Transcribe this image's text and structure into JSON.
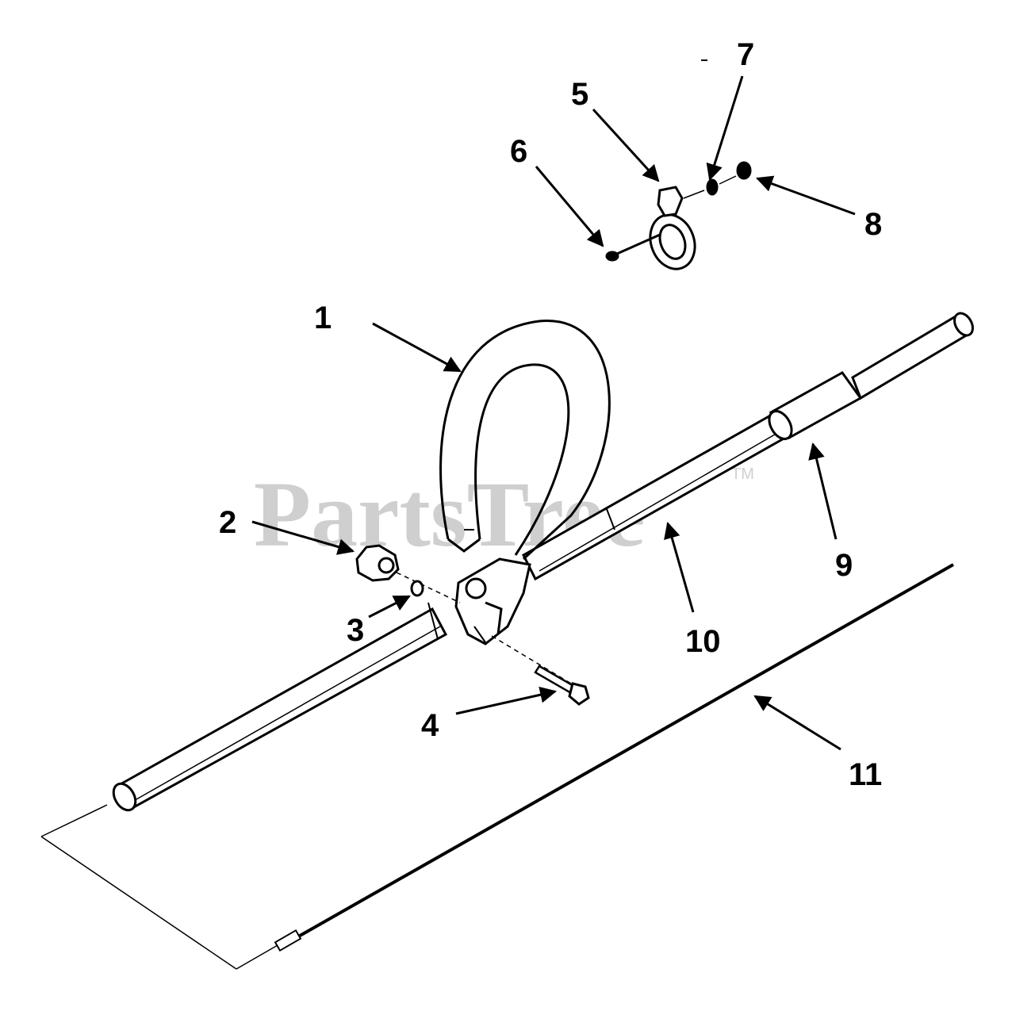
{
  "watermark": {
    "text": "PartsTree",
    "trademark": "TM"
  },
  "callouts": [
    {
      "id": "1",
      "label": "1"
    },
    {
      "id": "2",
      "label": "2"
    },
    {
      "id": "3",
      "label": "3"
    },
    {
      "id": "4",
      "label": "4"
    },
    {
      "id": "5",
      "label": "5"
    },
    {
      "id": "6",
      "label": "6"
    },
    {
      "id": "7",
      "label": "7"
    },
    {
      "id": "8",
      "label": "8"
    },
    {
      "id": "9",
      "label": "9"
    },
    {
      "id": "10",
      "label": "10"
    },
    {
      "id": "11",
      "label": "11"
    }
  ],
  "colors": {
    "ink": "#000000",
    "watermark": "#cfcfcf",
    "background": "#ffffff"
  }
}
